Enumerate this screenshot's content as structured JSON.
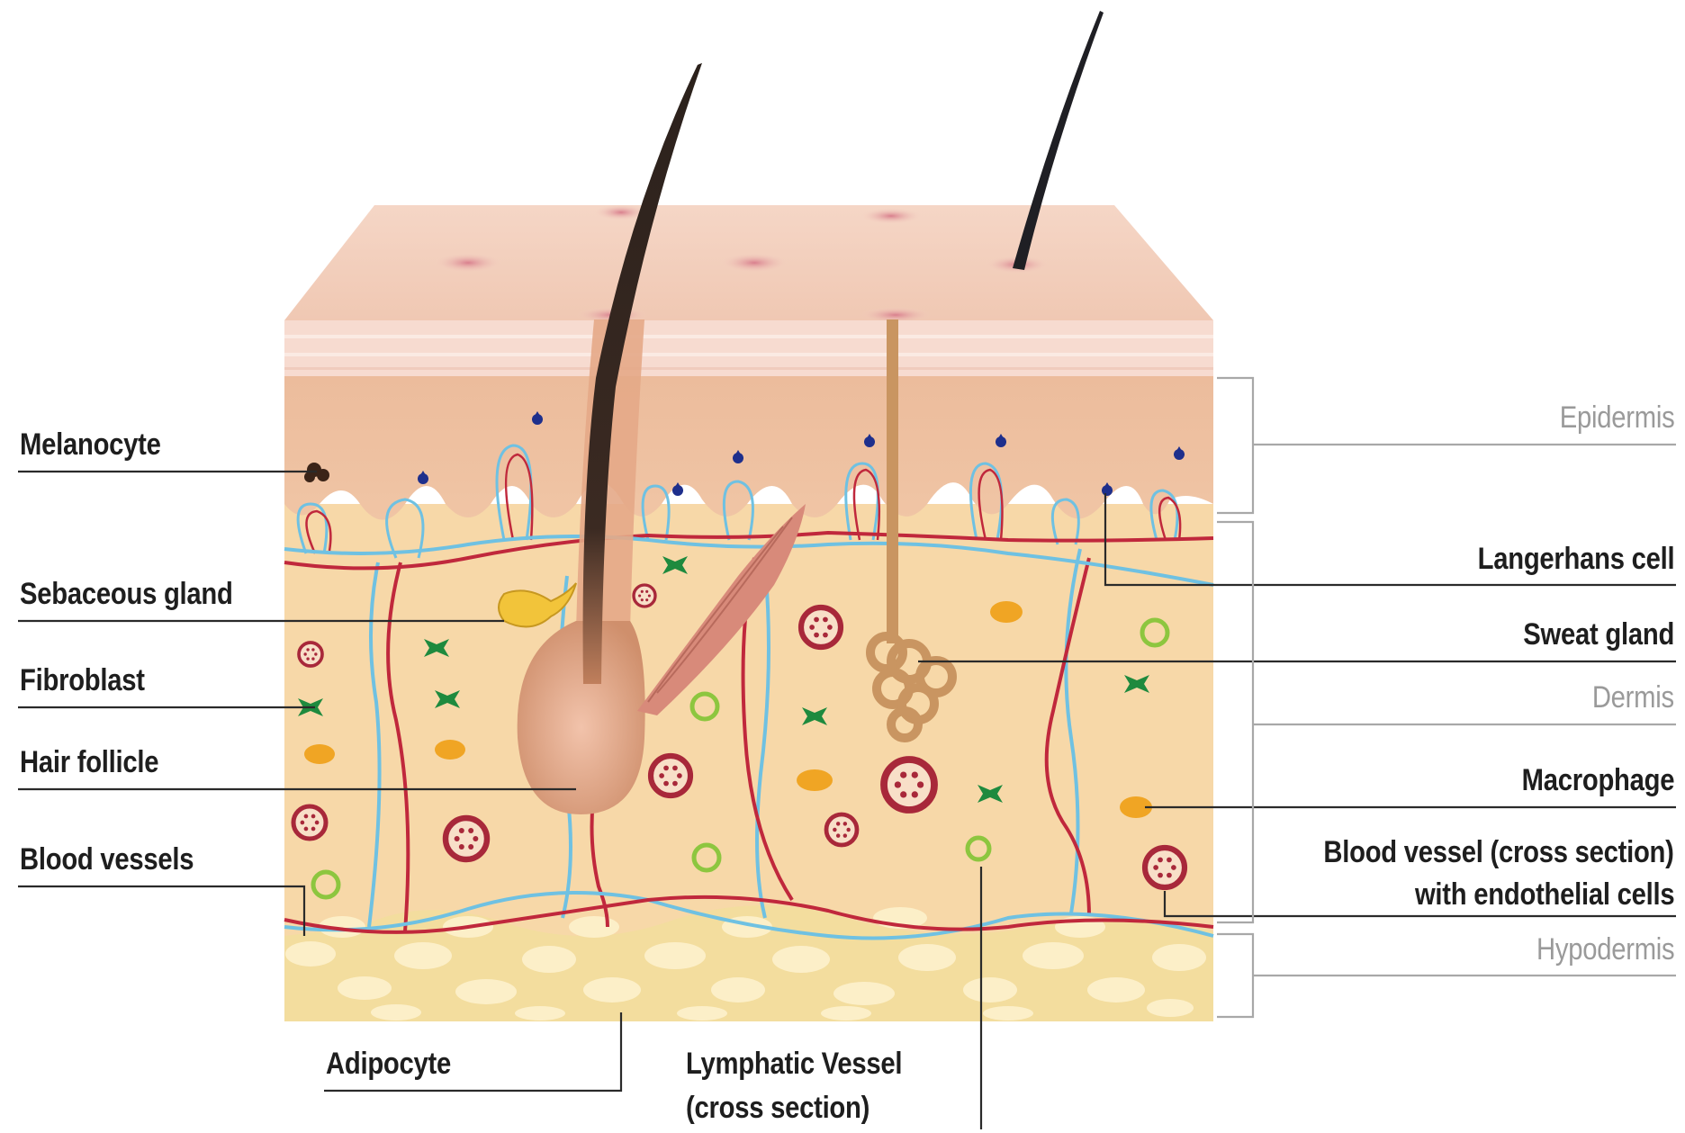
{
  "labels": {
    "melanocyte": "Melanocyte",
    "sebaceous_gland": "Sebaceous gland",
    "fibroblast": "Fibroblast",
    "hair_follicle": "Hair follicle",
    "blood_vessels": "Blood vessels",
    "adipocyte": "Adipocyte",
    "lymphatic_vessel_line1": "Lymphatic Vessel",
    "lymphatic_vessel_line2": "(cross section)",
    "langerhans_cell": "Langerhans cell",
    "sweat_gland": "Sweat gland",
    "macrophage": "Macrophage",
    "blood_vessel_cs_line1": "Blood vessel (cross section)",
    "blood_vessel_cs_line2": "with endothelial cells"
  },
  "layers": {
    "epidermis": "Epidermis",
    "dermis": "Dermis",
    "hypodermis": "Hypodermis"
  },
  "colors": {
    "skin_top": "#f6d2bd",
    "epidermis": "#efc19f",
    "dermis": "#f7d9a8",
    "hypodermis": "#f3dfa0",
    "fat_cell": "#fbefc6",
    "blood_vessel": "#c0283c",
    "lymph_vessel": "#6fc1e2",
    "hair": "#2a2320",
    "follicle": "#d79a78",
    "sweat_duct": "#c99561",
    "sebaceous": "#f2c43a",
    "fibroblast": "#1e8a3e",
    "macrophage": "#f0a524",
    "langerhans": "#1e2f8c",
    "melanocyte": "#3b2418",
    "lymph_cross_section": "#8dc63f",
    "leader_line": "#2a2a2a",
    "layer_text": "#9a9a9a"
  }
}
